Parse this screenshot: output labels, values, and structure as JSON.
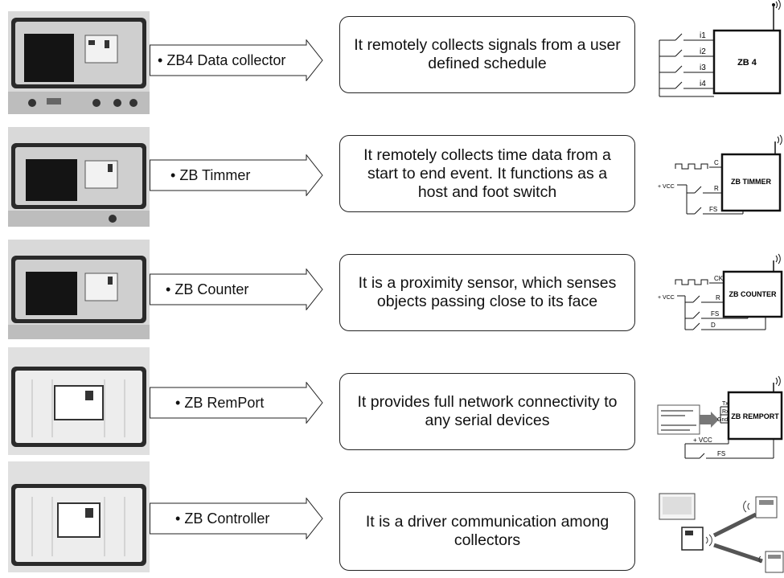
{
  "rows": [
    {
      "device": "ZB4 Data collector",
      "description": "It remotely collects signals from a user defined schedule",
      "block_label": "ZB 4",
      "inputs": [
        "i1",
        "i2",
        "i3",
        "i4"
      ]
    },
    {
      "device": "ZB Timmer",
      "description": "It remotely collects  time data from a start to end event. It functions as a host and foot switch",
      "block_label": "ZB TIMMER",
      "pins": [
        "C",
        "R",
        "FS"
      ],
      "vcc": "+ VCC"
    },
    {
      "device": "ZB Counter",
      "description": "It is a proximity sensor, which senses objects passing close to its face",
      "block_label": "ZB COUNTER",
      "pins": [
        "CK",
        "R",
        "FS",
        "D"
      ],
      "vcc": "+ VCC"
    },
    {
      "device": "ZB RemPort",
      "description": "It provides full network connectivity to any serial devices",
      "block_label": "ZB REMPORT",
      "pins": [
        "Tx",
        "Rx",
        "Gnd",
        "+ VCC",
        "FS"
      ]
    },
    {
      "device": "ZB Controller",
      "description": "It is a driver communication among collectors"
    }
  ],
  "bullet": "•"
}
